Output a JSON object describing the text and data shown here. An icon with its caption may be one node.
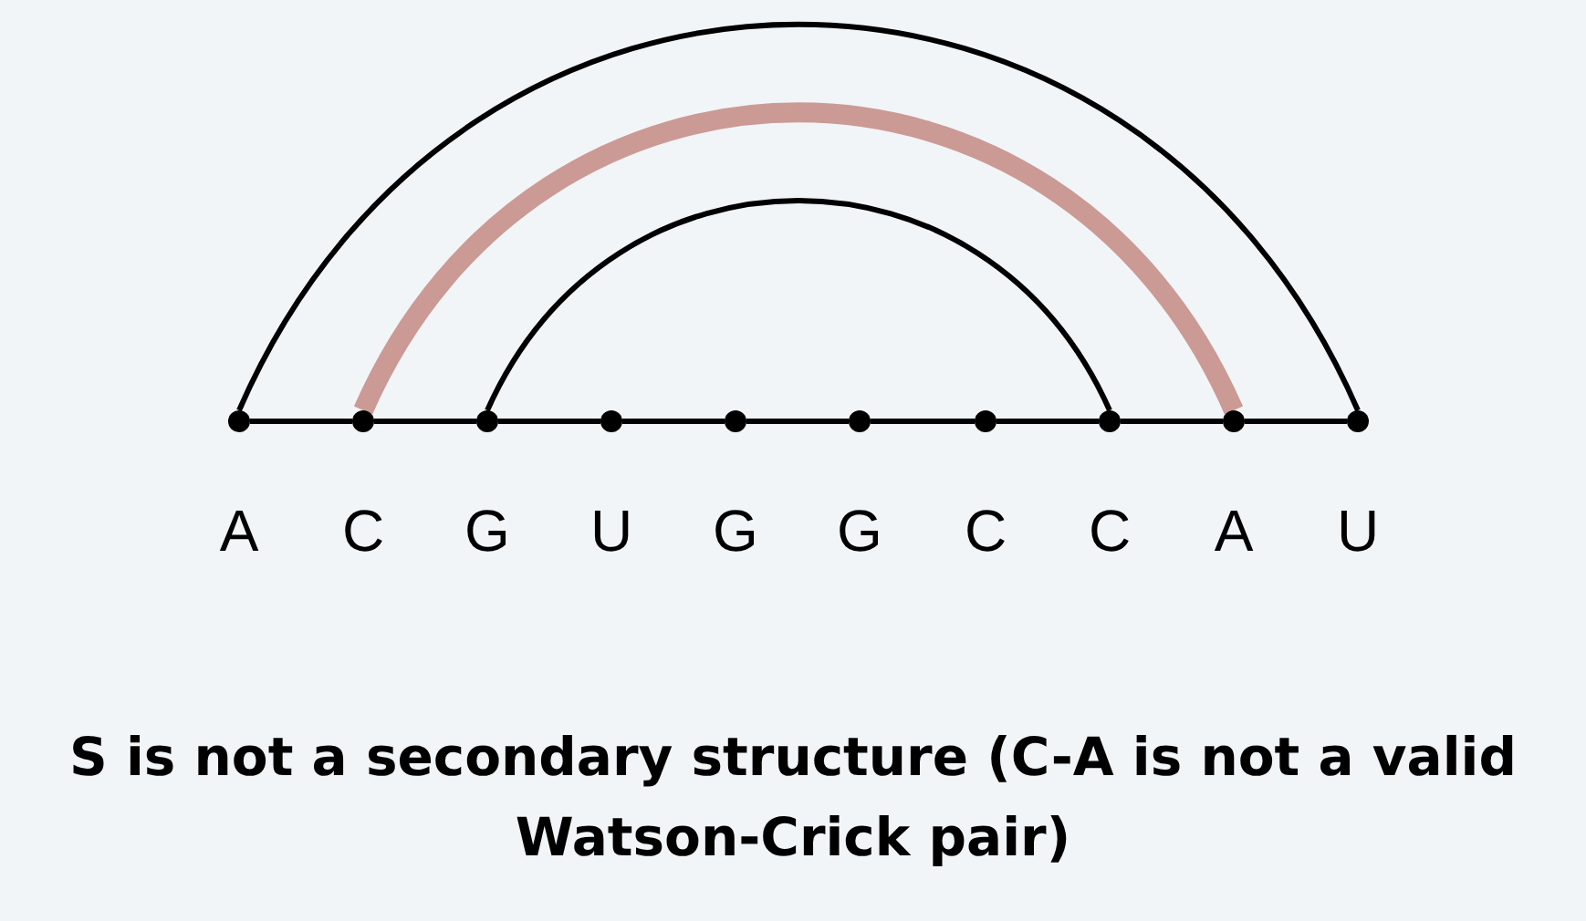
{
  "diagram": {
    "caption": "S is not a secondary structure (C-A is not a valid Watson-Crick pair)",
    "nodes": [
      {
        "text": [],
        "shape": "circle",
        "beside": [
          "A"
        ]
      },
      {
        "text": [],
        "shape": "circle",
        "beside": [
          "C"
        ]
      },
      {
        "text": [],
        "shape": "circle",
        "beside": [
          "G"
        ]
      },
      {
        "text": [],
        "shape": "circle",
        "beside": [
          "U"
        ]
      },
      {
        "text": [],
        "shape": "circle",
        "beside": [
          "G"
        ]
      },
      {
        "text": [],
        "shape": "circle",
        "beside": [
          "G"
        ]
      },
      {
        "text": [],
        "shape": "circle",
        "beside": [
          "C"
        ]
      },
      {
        "text": [],
        "shape": "circle",
        "beside": [
          "C"
        ]
      },
      {
        "text": [],
        "shape": "circle",
        "beside": [
          "A"
        ]
      },
      {
        "text": [],
        "shape": "circle",
        "beside": [
          "U"
        ]
      }
    ],
    "edges": [
      {
        "from": 0,
        "to": 1,
        "arrow": "none"
      },
      {
        "from": 1,
        "to": 2,
        "arrow": "none"
      },
      {
        "from": 2,
        "to": 3,
        "arrow": "none"
      },
      {
        "from": 3,
        "to": 4,
        "arrow": "none"
      },
      {
        "from": 4,
        "to": 5,
        "arrow": "none"
      },
      {
        "from": 5,
        "to": 6,
        "arrow": "none"
      },
      {
        "from": 6,
        "to": 7,
        "arrow": "none"
      },
      {
        "from": 7,
        "to": 8,
        "arrow": "none"
      },
      {
        "from": 8,
        "to": 9,
        "arrow": "none"
      },
      {
        "from": 0,
        "to": 9,
        "arrow": "none"
      },
      {
        "from": 1,
        "to": 8,
        "arrow": "none",
        "style": "thick",
        "color": "#cc9a94"
      },
      {
        "from": 2,
        "to": 7,
        "arrow": "none"
      }
    ]
  }
}
